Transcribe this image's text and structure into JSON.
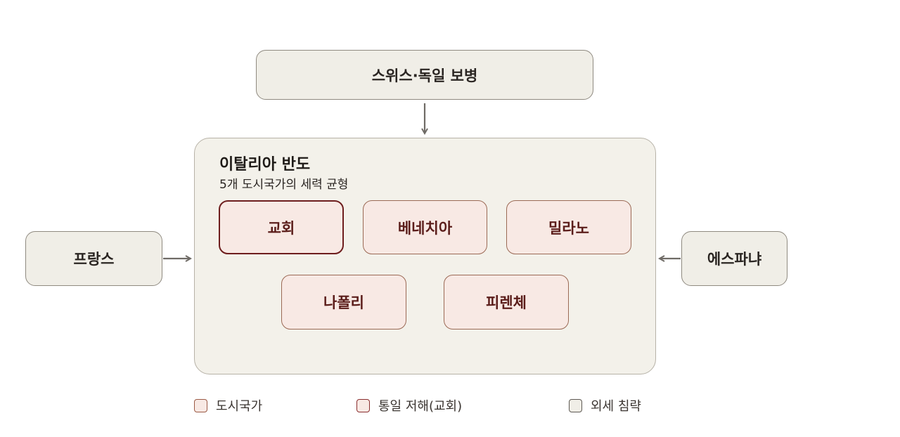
{
  "foreign": {
    "swiss_german": "스위스·독일 보병",
    "france": "프랑스",
    "spain": "에스파냐"
  },
  "region": {
    "title": "이탈리아 반도",
    "subtitle": "5개 도시국가의 세력 균형"
  },
  "cities": {
    "church": "교회",
    "venice": "베네치아",
    "milan": "밀라노",
    "naples": "나폴리",
    "florence": "피렌체"
  },
  "legend": {
    "city_state": "도시국가",
    "church_obstacle": "통일 저해(교회)",
    "foreign_invasion": "외세 침략"
  },
  "colors": {
    "city_fill": "#f8e9e4",
    "city_border": "#9b6a55",
    "church_border": "#6e1e1e",
    "foreign_fill": "#f0eee7",
    "region_fill": "#f3f1ea",
    "arrow": "#6f6b66"
  }
}
